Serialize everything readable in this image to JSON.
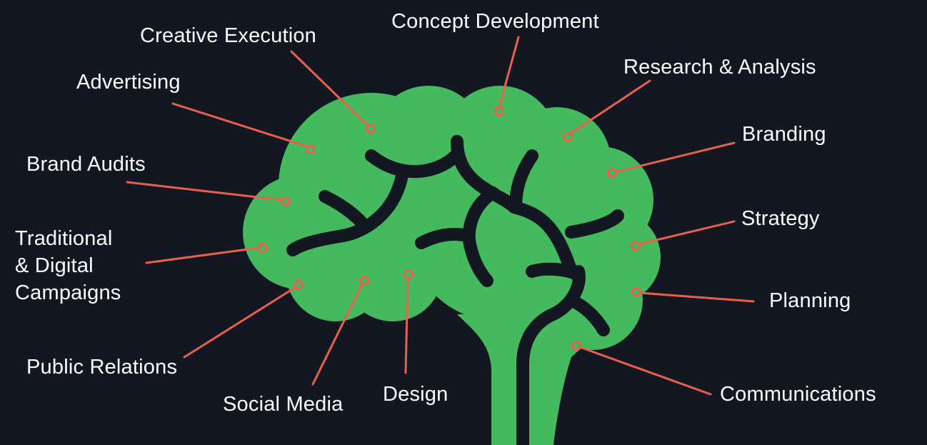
{
  "colors": {
    "background": "#121722",
    "brain": "#45b95e",
    "folds": "#121722",
    "connector": "#e8604c",
    "label_text": "#ffffff"
  },
  "labels": {
    "concept_development": "Concept Development",
    "creative_execution": "Creative Execution",
    "research_analysis": "Research & Analysis",
    "advertising": "Advertising",
    "branding": "Branding",
    "brand_audits": "Brand Audits",
    "strategy": "Strategy",
    "traditional_line1": "Traditional",
    "traditional_line2": "& Digital",
    "traditional_line3": "Campaigns",
    "planning": "Planning",
    "public_relations": "Public Relations",
    "communications": "Communications",
    "social_media": "Social Media",
    "design": "Design"
  }
}
